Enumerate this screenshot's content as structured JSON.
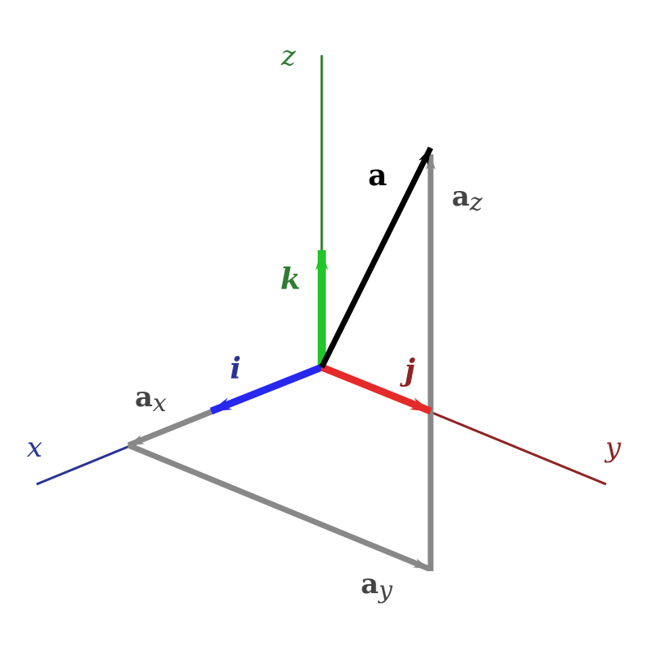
{
  "labels": {
    "z_axis": "z",
    "x_axis": "x",
    "y_axis": "y",
    "vec_a": "a",
    "vec_k": "k",
    "vec_i": "i",
    "vec_j": "j",
    "comp_az_base": "a",
    "comp_az_sub": "z",
    "comp_ax_base": "a",
    "comp_ax_sub": "x",
    "comp_ay_base": "a",
    "comp_ay_sub": "y"
  },
  "colors": {
    "z_axis": "#2e7d32",
    "x_axis": "#283593",
    "y_axis": "#8e2424",
    "unit_k": "#22c52a",
    "unit_i": "#2727f0",
    "unit_j": "#e52a2a",
    "vector_a": "#000000",
    "components": "#888888",
    "component_text": "#444444"
  }
}
